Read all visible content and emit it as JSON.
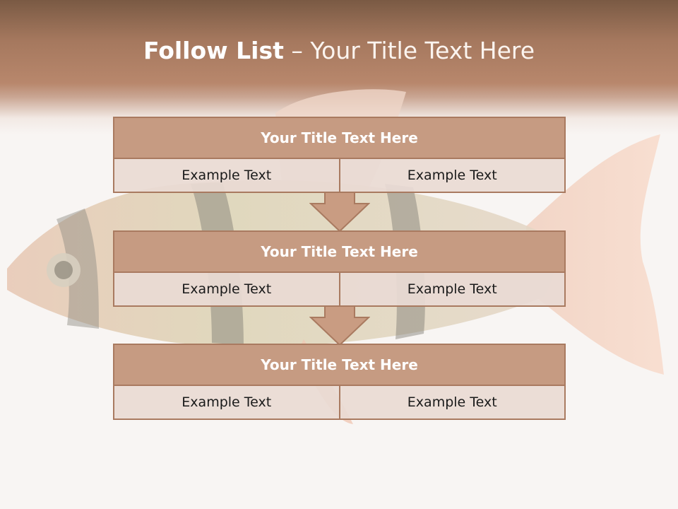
{
  "slide": {
    "title_bold": "Follow List",
    "title_rest": " – Your Title Text Here"
  },
  "blocks": [
    {
      "title": "Your Title Text Here",
      "left": "Example Text",
      "right": "Example Text"
    },
    {
      "title": "Your Title Text Here",
      "left": "Example Text",
      "right": "Example Text"
    },
    {
      "title": "Your Title Text Here",
      "left": "Example Text",
      "right": "Example Text"
    }
  ],
  "colors": {
    "header": "#b8876c",
    "block_title": "#c69b82",
    "block_body": "#e9dad4",
    "border": "#a97a60",
    "arrow": "#c99c82"
  },
  "background_icon": "tiger-barb-fish-icon"
}
